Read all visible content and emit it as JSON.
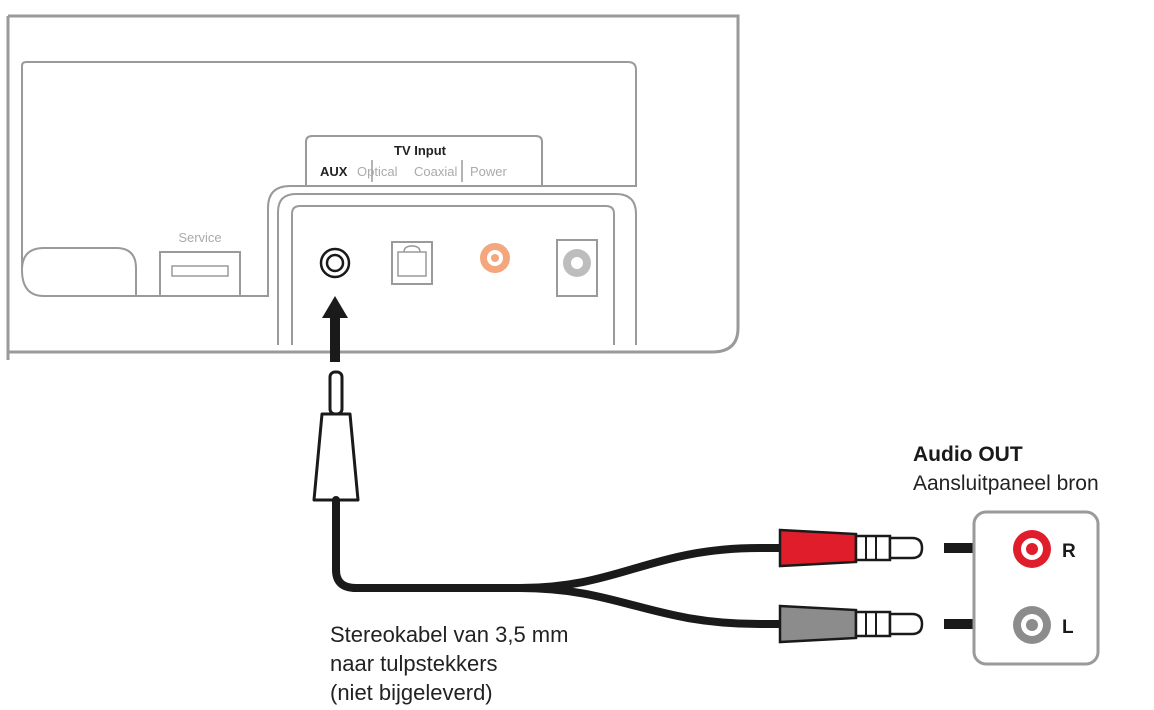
{
  "device": {
    "panel_title": "TV Input",
    "ports": {
      "aux": "AUX",
      "optical": "Optical",
      "coaxial": "Coaxial",
      "power": "Power"
    },
    "service": "Service"
  },
  "source": {
    "title": "Audio OUT",
    "subtitle": "Aansluitpaneel bron",
    "right": "R",
    "left": "L"
  },
  "cable": {
    "lines": [
      "Stereokabel van 3,5 mm",
      "naar tulpstekkers",
      "(niet bijgeleverd)"
    ]
  },
  "colors": {
    "line": "#9a9a9a",
    "cable": "#1a1a1a",
    "red": "#e01e2b",
    "grey_plug": "#8c8c8c",
    "coax_orange": "#f4a77c",
    "power_grey": "#bdbdbd"
  }
}
